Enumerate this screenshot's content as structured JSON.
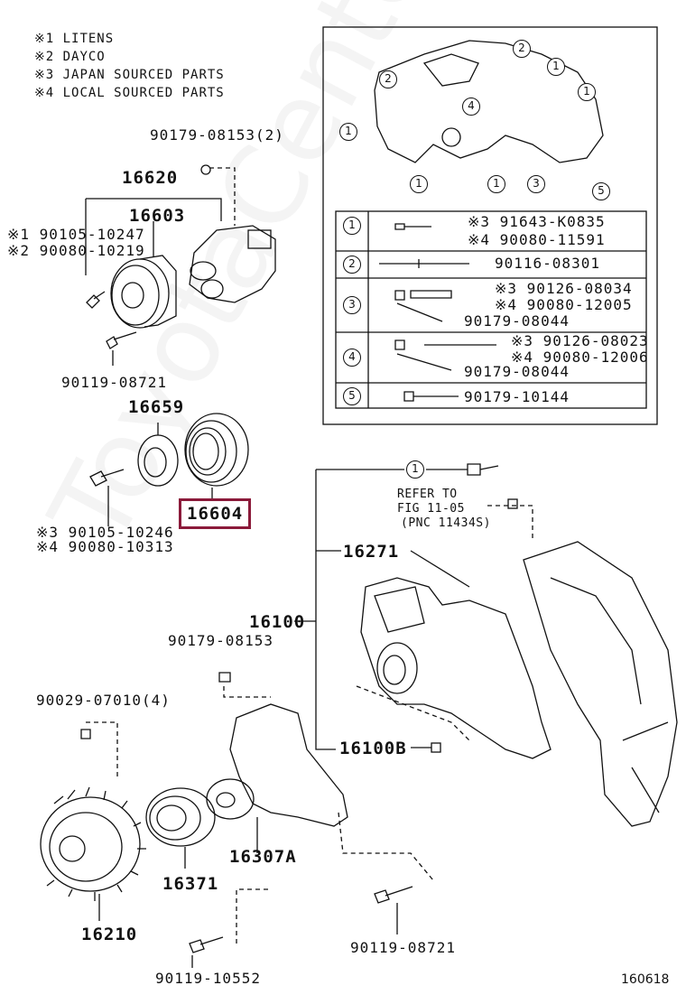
{
  "legend_notes": [
    "※1 LITENS",
    "※2 DAYCO",
    "※3 JAPAN SOURCED PARTS",
    "※4 LOCAL SOURCED PARTS"
  ],
  "callouts": {
    "c_90179_08153_2": "90179-08153(2)",
    "c_16620": "16620",
    "c_16603": "16603",
    "c_90105_10247": "※1 90105-10247",
    "c_90080_10219": "※2 90080-10219",
    "c_90119_08721_top": "90119-08721",
    "c_16659": "16659",
    "c_16604": "16604",
    "c_90105_10246": "※3 90105-10246",
    "c_90080_10313": "※4 90080-10313",
    "c_refer": "REFER TO",
    "c_fig": "FIG 11-05",
    "c_pnc": "(PNC 11434S)",
    "c_16271": "16271",
    "c_16100": "16100",
    "c_16100b": "16100B",
    "c_90179_08153": "90179-08153",
    "c_90029_07010": "90029-07010(4)",
    "c_16371": "16371",
    "c_16307a": "16307A",
    "c_16210": "16210",
    "c_90119_08721_bottom": "90119-08721",
    "c_90119_10552": "90119-10552",
    "c_fig_no": "160618"
  },
  "detail_table": [
    {
      "key": "1",
      "lines": [
        "※3 91643-K0835",
        "※4 90080-11591"
      ]
    },
    {
      "key": "2",
      "lines": [
        "90116-08301"
      ]
    },
    {
      "key": "3",
      "lines": [
        "※3 90126-08034",
        "※4 90080-12005",
        "90179-08044"
      ]
    },
    {
      "key": "4",
      "lines": [
        "※3 90126-08023",
        "※4 90080-12006",
        "90179-08044"
      ]
    },
    {
      "key": "5",
      "lines": [
        "90179-10144"
      ]
    }
  ],
  "inset_markers": [
    "1",
    "2",
    "3",
    "4",
    "5"
  ],
  "highlighted_part": "16604",
  "colors": {
    "highlight": "#8b1a3a",
    "line": "#111111"
  },
  "watermark": "ToyotaCenter.ru"
}
